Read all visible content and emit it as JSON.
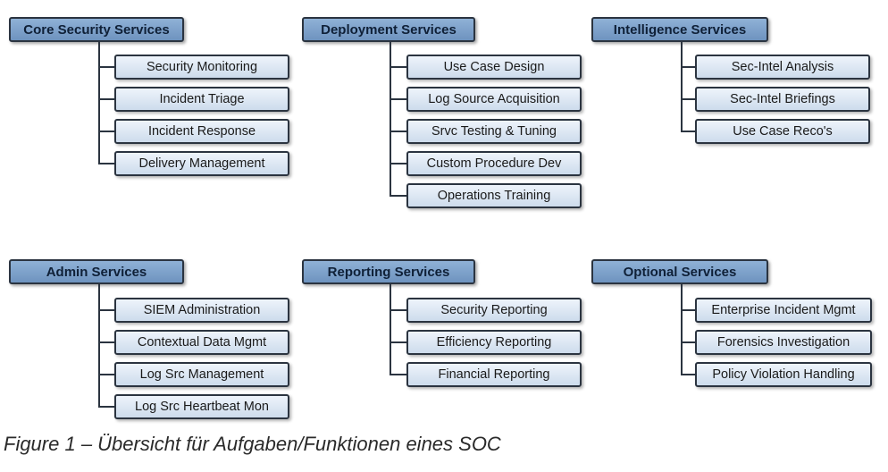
{
  "groups": [
    {
      "title": "Core Security Services",
      "items": [
        "Security Monitoring",
        "Incident Triage",
        "Incident Response",
        "Delivery Management"
      ]
    },
    {
      "title": "Deployment Services",
      "items": [
        "Use Case Design",
        "Log Source Acquisition",
        "Srvc Testing & Tuning",
        "Custom Procedure Dev",
        "Operations Training"
      ]
    },
    {
      "title": "Intelligence Services",
      "items": [
        "Sec-Intel Analysis",
        "Sec-Intel Briefings",
        "Use Case Reco's"
      ]
    },
    {
      "title": "Admin Services",
      "items": [
        "SIEM Administration",
        "Contextual Data Mgmt",
        "Log Src Management",
        "Log Src Heartbeat Mon"
      ]
    },
    {
      "title": "Reporting Services",
      "items": [
        "Security Reporting",
        "Efficiency Reporting",
        "Financial Reporting"
      ]
    },
    {
      "title": "Optional Services",
      "items": [
        "Enterprise Incident Mgmt",
        "Forensics Investigation",
        "Policy Violation Handling"
      ]
    }
  ],
  "caption": "Figure 1 – Übersicht für Aufgaben/Funktionen eines SOC"
}
